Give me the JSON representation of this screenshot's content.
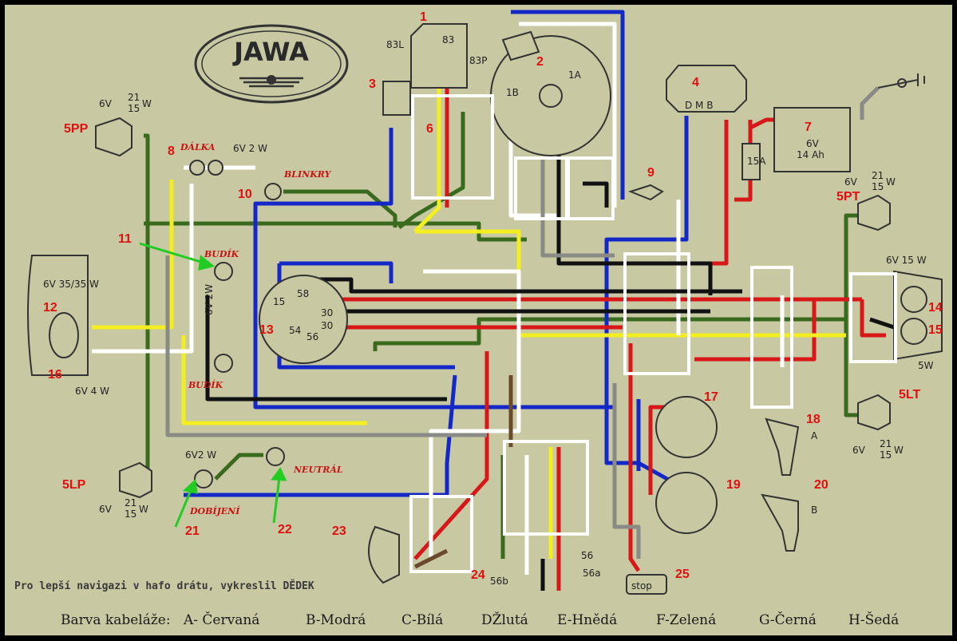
{
  "logo": "JAWA",
  "numbers": {
    "n1": "1",
    "n2": "2",
    "n3": "3",
    "n4": "4",
    "n5pp": "5PP",
    "n5pt": "5PT",
    "n5lp": "5LP",
    "n5lt": "5LT",
    "n6": "6",
    "n7": "7",
    "n8": "8",
    "n9": "9",
    "n10": "10",
    "n11": "11",
    "n12": "12",
    "n13": "13",
    "n14": "14",
    "n15": "15",
    "n16": "16",
    "n17": "17",
    "n18": "18",
    "n19": "19",
    "n20": "20",
    "n21": "21",
    "n22": "22",
    "n23": "23",
    "n24": "24",
    "n25": "25"
  },
  "italic_labels": {
    "dalka": "DÁLKA",
    "blinkry": "BLINKRY",
    "budik1": "BUDÍK",
    "budik2": "BUDÍK",
    "neutral": "NEUTRÁL",
    "dobijeni": "DOBÍJENÍ"
  },
  "specs": {
    "bulb_5pp_a": "6V",
    "bulb_5pp_b": "21",
    "bulb_5pp_c": "15",
    "bulb_5pp_d": "W",
    "dalka_spec": "6V 2 W",
    "headlight": "6V 35/35 W",
    "budik_spec": "6V 2W",
    "h16_spec": "6V 4 W",
    "battery_a": "6V",
    "battery_b": "14 Ah",
    "fuse": "15A",
    "pt_a": "6V",
    "pt_b": "21",
    "pt_c": "15",
    "pt_d": "W",
    "rear_spec": "6V 15 W",
    "stop_spec": "5W",
    "lt_a": "6V",
    "lt_b": "21",
    "lt_c": "15",
    "lt_d": "W",
    "lp_a": "6V",
    "lp_b": "21",
    "lp_c": "15",
    "lp_d": "W",
    "ind_spec": "6V2 W",
    "regulator": "D M B",
    "relay_83": "83",
    "relay_83l": "83L",
    "relay_83p": "83P",
    "dyn_1b": "1B",
    "dyn_1a": "1A",
    "sw_58": "58",
    "sw_15": "15",
    "sw_30": "30",
    "sw_301": "30",
    "sw_54": "54",
    "sw_56": "56",
    "sw_56b": "56b",
    "sw_56a": "56a",
    "sw_56c": "56",
    "stop": "stop",
    "coil_a": "A",
    "coil_b": "B"
  },
  "credit": "Pro lepší navigazi v hafo drátu, vykreslil DĚDEK",
  "legend": {
    "prefix": "Barva kabeláže:",
    "a": "A- Červaná",
    "b": "B-Modrá",
    "c": "C-Bílá",
    "d": "DŽlutá",
    "e": "E-Hnědá",
    "f": "F-Zelená",
    "g": "G-Černá",
    "h": "H-Šedá"
  },
  "wire_colors": {
    "red": "#d81818",
    "blue": "#1428c8",
    "white": "#ffffff",
    "yellow": "#f2ee20",
    "brown": "#6a4a2a",
    "green": "#3a6a1e",
    "black": "#111111",
    "gray": "#8a8a86",
    "background": "#c8c8a4"
  }
}
